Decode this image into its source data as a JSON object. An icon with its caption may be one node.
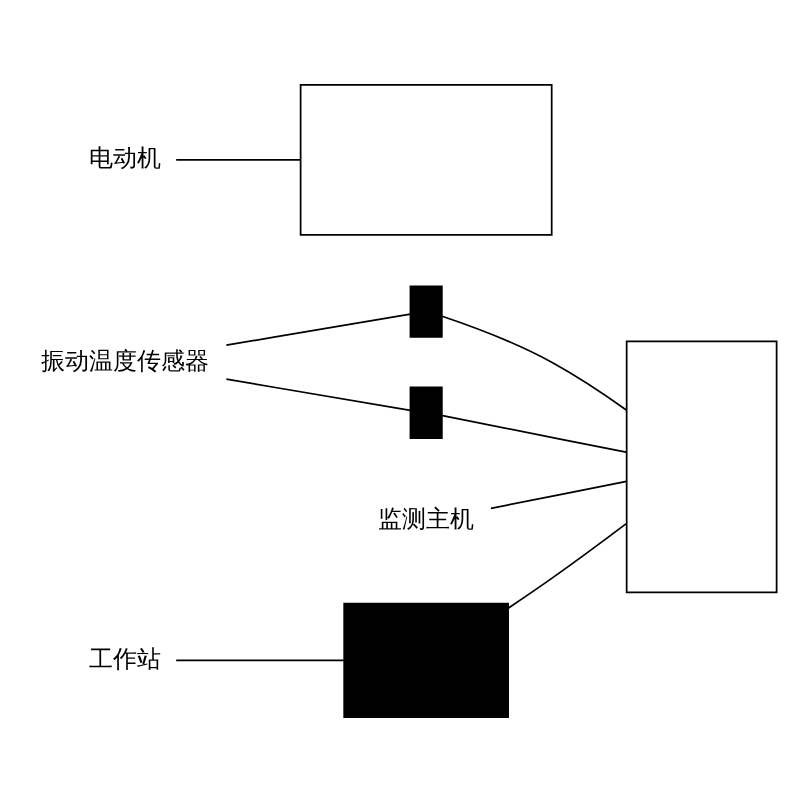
{
  "diagram": {
    "nodes": [
      {
        "text": [
          "振动温度传感器"
        ]
      },
      {
        "text": [],
        "shape": "box"
      },
      {
        "text": [],
        "shape": "box"
      },
      {
        "text": [
          "电动机"
        ]
      },
      {
        "text": [],
        "shape": "box"
      },
      {
        "text": [
          "监测主机"
        ]
      },
      {
        "text": [],
        "shape": "box"
      },
      {
        "text": [
          "工作站"
        ]
      },
      {
        "text": [],
        "shape": "box"
      }
    ],
    "edges": [
      {
        "from": 0,
        "to": 1,
        "arrow": "none"
      },
      {
        "from": 0,
        "to": 2,
        "arrow": "none"
      },
      {
        "from": 3,
        "to": 4,
        "arrow": "none"
      },
      {
        "from": 5,
        "to": 6,
        "arrow": "none"
      },
      {
        "from": 7,
        "to": 8,
        "arrow": "none"
      },
      {
        "from": 1,
        "to": 6,
        "arrow": "none"
      },
      {
        "from": 2,
        "to": 6,
        "arrow": "none"
      },
      {
        "from": 8,
        "to": 6,
        "arrow": "none"
      }
    ]
  }
}
